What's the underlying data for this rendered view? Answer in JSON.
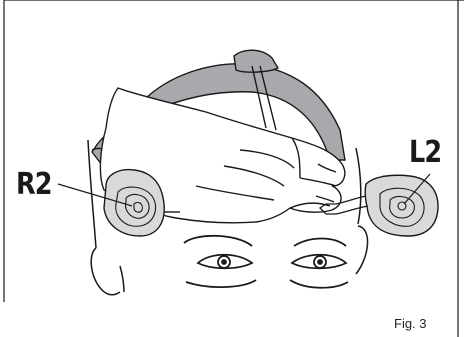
{
  "labels": {
    "right_electrode": "R2",
    "left_electrode": "L2"
  },
  "caption": "Fig. 3"
}
